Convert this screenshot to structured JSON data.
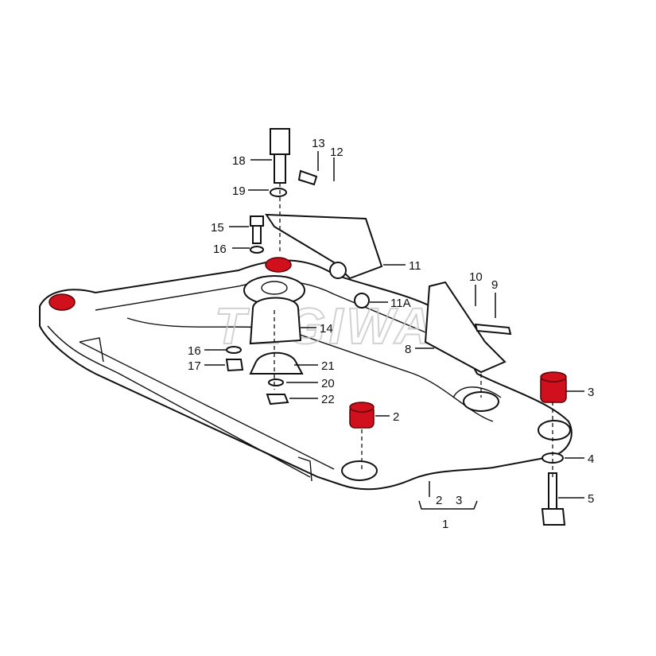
{
  "diagram": {
    "watermark": "TEGIWA",
    "callouts": {
      "c18": "18",
      "c19": "19",
      "c13": "13",
      "c12": "12",
      "c15": "15",
      "c16a": "16",
      "c11": "11",
      "c10": "10",
      "c9": "9",
      "c11a": "11A",
      "c14": "14",
      "c8": "8",
      "c16b": "16",
      "c17": "17",
      "c21": "21",
      "c20": "20",
      "c22": "22",
      "c2": "2",
      "c3": "3",
      "c4": "4",
      "c5": "5",
      "c2b": "2",
      "c3b": "3",
      "c1": "1"
    },
    "highlight_color": "#d0101c"
  }
}
